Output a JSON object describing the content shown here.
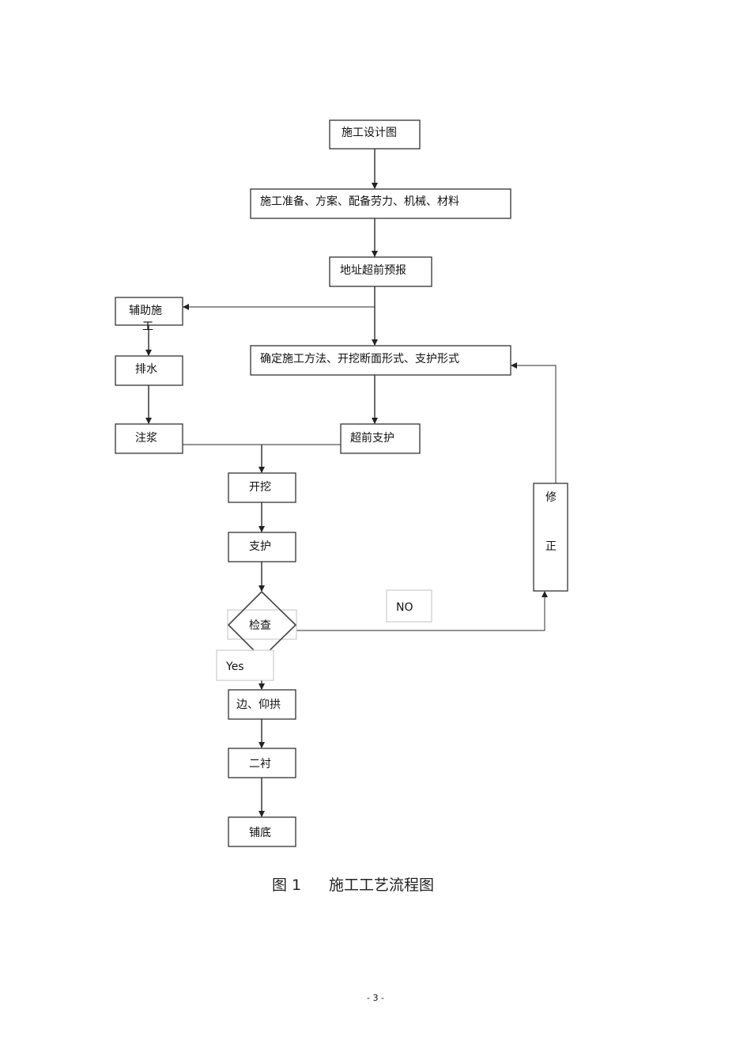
{
  "nodes": {
    "design_drawing": "施工设计图",
    "preparation": "施工准备、方案、配备劳力、机械、材料",
    "geo_forecast": "地址超前预报",
    "aux_construction_line1": "辅助施",
    "aux_construction_line2": "工",
    "drainage": "排水",
    "grouting": "注浆",
    "determine_method": "确定施工方法、开挖断面形式、支护形式",
    "advance_support": "超前支护",
    "excavation": "开挖",
    "support": "支护",
    "inspection": "检查",
    "edge_invert": "边、仰拱",
    "secondary_lining": "二衬",
    "bottom_paving": "铺底",
    "correction_line1": "修",
    "correction_line2": "正"
  },
  "labels": {
    "no": "NO",
    "yes": "Yes"
  },
  "caption": {
    "figure_no": "图 1",
    "title": "施工工艺流程图"
  },
  "page_number": "- 3 -"
}
